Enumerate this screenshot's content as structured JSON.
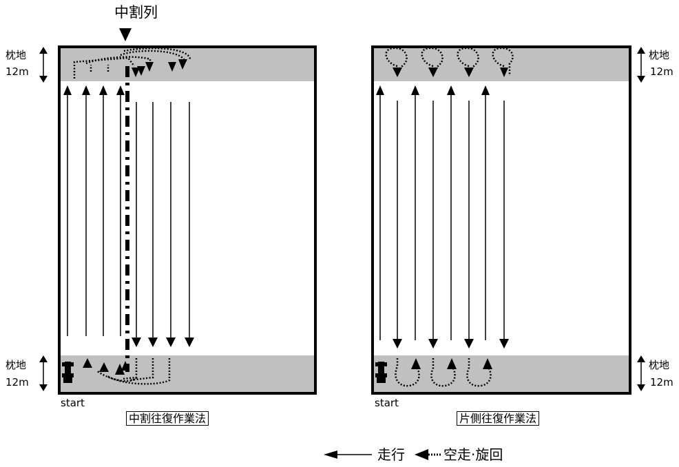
{
  "middle_row_label": "中割列",
  "headland_label": "枕地",
  "headland_width": "12m",
  "start_label": "start",
  "method_left": "中割往復作業法",
  "method_right": "片側往復作業法",
  "legend": {
    "travel": "走行",
    "idle": "空走·旋回"
  },
  "colors": {
    "headland_fill": "#c0c0c0",
    "line": "#000000"
  }
}
